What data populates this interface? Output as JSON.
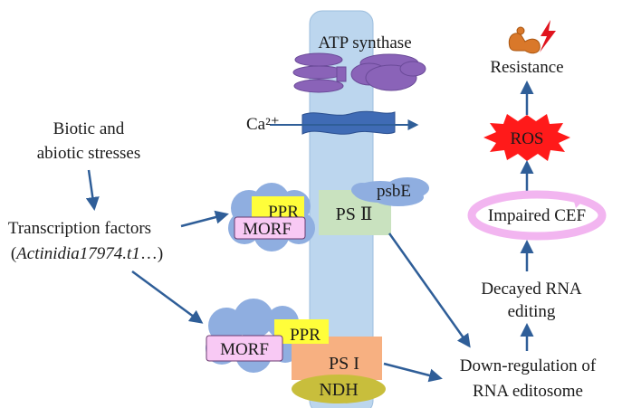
{
  "labels": {
    "atp_synthase": "ATP synthase",
    "resistance": "Resistance",
    "ca": "Ca²⁺",
    "ros": "ROS",
    "stress_line1": "Biotic and",
    "stress_line2": "abiotic stresses",
    "psbe": "psbE",
    "ppr_top": "PPR",
    "morf_top": "MORF",
    "ps2": "PS Ⅱ",
    "impaired_cef": "Impaired CEF",
    "tf_line1": "Transcription factors",
    "tf_line2_italic": "Actinidia17974.t1",
    "tf_line2_tail": "…)",
    "tf_line2_head": "(",
    "decayed_line1": "Decayed RNA",
    "decayed_line2": "editing",
    "ppr_bottom": "PPR",
    "morf_bottom": "MORF",
    "ps1": "PS I",
    "downreg_line1": "Down-regulation of",
    "downreg_line2": "RNA editosome",
    "ndh": "NDH"
  },
  "colors": {
    "membrane": "#bcd6ee",
    "atp": "#8a63b8",
    "ca_channel": "#3f6bb5",
    "arrow": "#2f5e98",
    "ros": "#ff1a1a",
    "cloud": "#8faee0",
    "ppr": "#fffe3a",
    "morf": "#f8c9f4",
    "ps2": "#c9e2bf",
    "ps1": "#f7b081",
    "ndh": "#c8be3c",
    "cef_ring": "#f2b5f0",
    "muscle": "#d9782a",
    "bolt": "#e0141e"
  }
}
